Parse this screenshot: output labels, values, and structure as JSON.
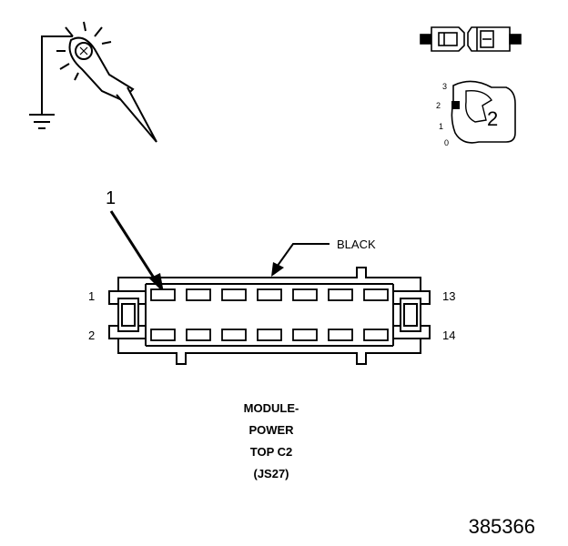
{
  "callout": {
    "number": "1"
  },
  "connector": {
    "color_label": "BLACK",
    "pin_left_top": "1",
    "pin_left_bottom": "2",
    "pin_right_top": "13",
    "pin_right_bottom": "14"
  },
  "module_title": [
    "MODULE-",
    "POWER",
    "TOP C2",
    "(JS27)"
  ],
  "key_switch": {
    "positions": [
      "3",
      "2",
      "1",
      "0"
    ],
    "selected": "2"
  },
  "figure_number": "385366"
}
